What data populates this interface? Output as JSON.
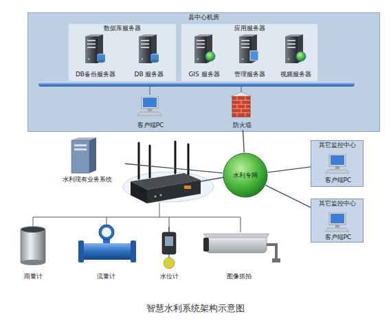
{
  "diagram": {
    "caption": "智慧水利系统架构示意图",
    "nodes": [
      {
        "text": [
          "县中心机房"
        ]
      },
      {
        "text": [
          "数据库服务器"
        ],
        "in": 0
      },
      {
        "text": [
          "DB备份服务器"
        ],
        "in": 1
      },
      {
        "text": [
          "DB 服务器"
        ],
        "in": 1
      },
      {
        "text": [
          "应用服务器"
        ],
        "in": 0
      },
      {
        "text": [
          "GIS 服务器"
        ],
        "in": 4
      },
      {
        "text": [
          "管理服务器"
        ],
        "in": 4
      },
      {
        "text": [
          "视频服务器"
        ],
        "in": 4
      },
      {
        "text": [
          "客户端PC"
        ],
        "in": 0
      },
      {
        "text": [
          "防火墙"
        ],
        "in": 0
      },
      {
        "text": [
          "水利现有业务系统"
        ]
      },
      {
        "text": [
          "水利专网"
        ]
      },
      {
        "text": [
          "其它监控中心"
        ]
      },
      {
        "text": [
          "客户端PC"
        ],
        "in": 12
      },
      {
        "text": [
          "其它监控中心"
        ]
      },
      {
        "text": [
          "客户端PC"
        ],
        "in": 14
      },
      {
        "text": [
          "雨量计"
        ]
      },
      {
        "text": [
          "流量计"
        ]
      },
      {
        "text": [
          "水位计"
        ]
      },
      {
        "text": [
          "图像抓拍"
        ]
      }
    ],
    "edges": [
      {
        "from": 9,
        "to": 11,
        "arrow": "none"
      },
      {
        "from": 10,
        "to": 11,
        "arrow": "none"
      },
      {
        "from": 11,
        "to": 12,
        "arrow": "none"
      },
      {
        "from": 11,
        "to": 14,
        "arrow": "none"
      }
    ]
  }
}
